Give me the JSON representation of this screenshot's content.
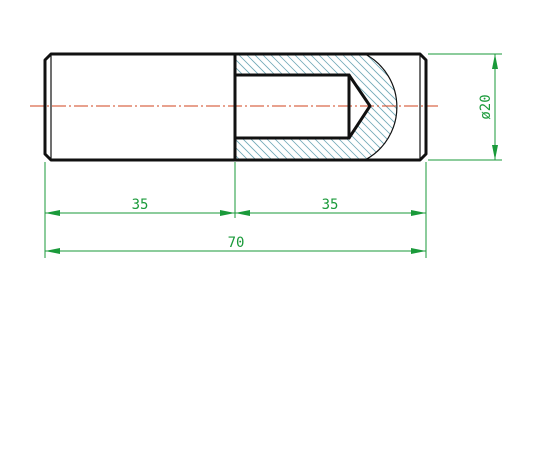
{
  "drawing": {
    "colors": {
      "outline": "#111111",
      "hatch": "#6fa7b6",
      "dimension": "#1a9a3a",
      "centerline": "#d2431c"
    },
    "dimensions": {
      "left_length": "35",
      "right_length": "35",
      "total_length": "70",
      "diameter": "ø20"
    }
  }
}
